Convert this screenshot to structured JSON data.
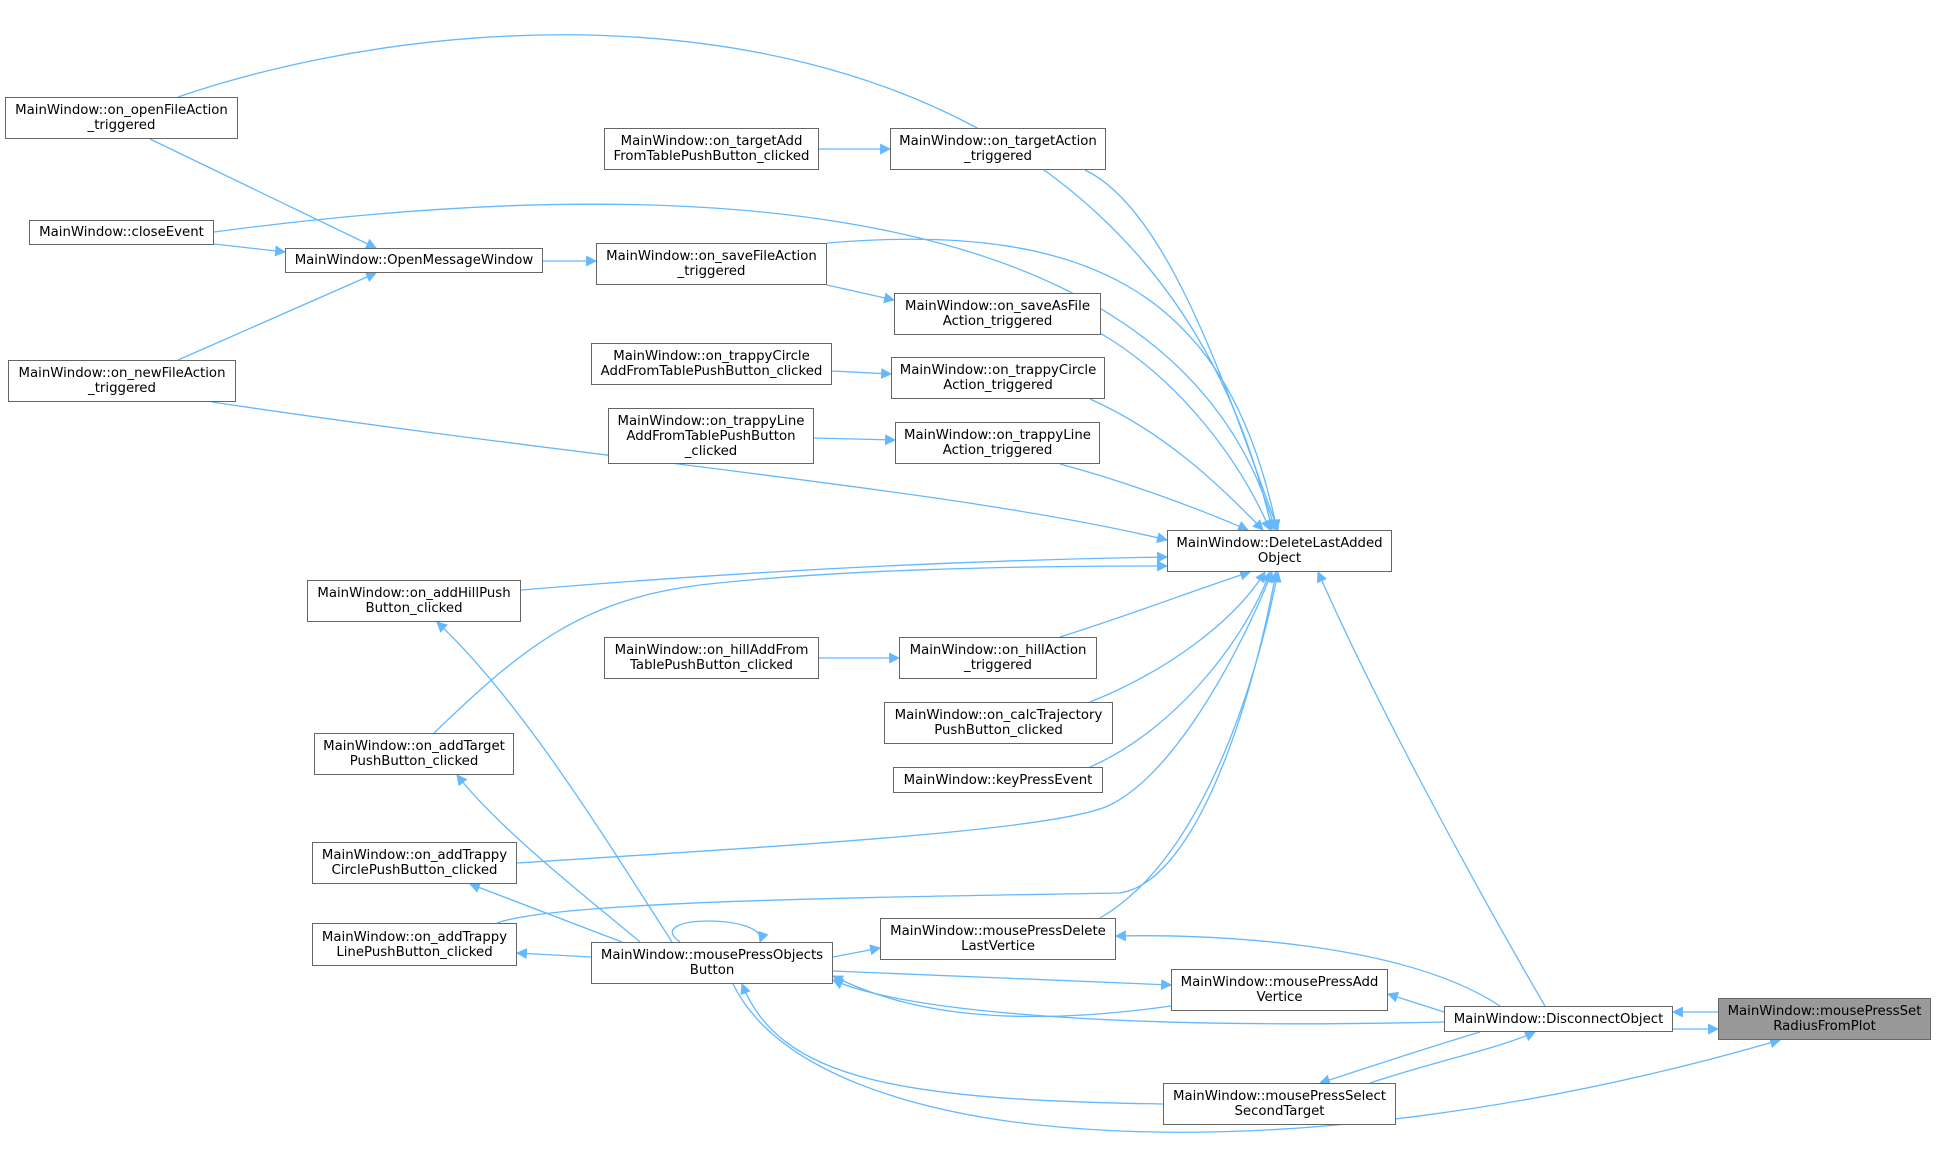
{
  "colors": {
    "edge": "#63b8ff",
    "node_border": "#666666",
    "node_fill": "#ffffff",
    "current_fill": "#999999"
  },
  "nodes": {
    "openFile": {
      "lines": [
        "MainWindow::on_openFileAction",
        "_triggered"
      ]
    },
    "closeEvent": {
      "lines": [
        "MainWindow::closeEvent"
      ]
    },
    "newFile": {
      "lines": [
        "MainWindow::on_newFileAction",
        "_triggered"
      ]
    },
    "openMsg": {
      "lines": [
        "MainWindow::OpenMessageWindow"
      ]
    },
    "targetAddTbl": {
      "lines": [
        "MainWindow::on_targetAdd",
        "FromTablePushButton_clicked"
      ]
    },
    "targetAct": {
      "lines": [
        "MainWindow::on_targetAction",
        "_triggered"
      ]
    },
    "saveFile": {
      "lines": [
        "MainWindow::on_saveFileAction",
        "_triggered"
      ]
    },
    "saveAs": {
      "lines": [
        "MainWindow::on_saveAsFile",
        "Action_triggered"
      ]
    },
    "trapCircTbl": {
      "lines": [
        "MainWindow::on_trappyCircle",
        "AddFromTablePushButton_clicked"
      ]
    },
    "trapCircAct": {
      "lines": [
        "MainWindow::on_trappyCircle",
        "Action_triggered"
      ]
    },
    "trapLineTbl": {
      "lines": [
        "MainWindow::on_trappyLine",
        "AddFromTablePushButton",
        "_clicked"
      ]
    },
    "trapLineAct": {
      "lines": [
        "MainWindow::on_trappyLine",
        "Action_triggered"
      ]
    },
    "deleteLast": {
      "lines": [
        "MainWindow::DeleteLastAdded",
        "Object"
      ]
    },
    "addHill": {
      "lines": [
        "MainWindow::on_addHillPush",
        "Button_clicked"
      ]
    },
    "hillAddTbl": {
      "lines": [
        "MainWindow::on_hillAddFrom",
        "TablePushButton_clicked"
      ]
    },
    "hillAct": {
      "lines": [
        "MainWindow::on_hillAction",
        "_triggered"
      ]
    },
    "calcTraj": {
      "lines": [
        "MainWindow::on_calcTrajectory",
        "PushButton_clicked"
      ]
    },
    "keyPress": {
      "lines": [
        "MainWindow::keyPressEvent"
      ]
    },
    "addTarget": {
      "lines": [
        "MainWindow::on_addTarget",
        "PushButton_clicked"
      ]
    },
    "addTrapCirc": {
      "lines": [
        "MainWindow::on_addTrappy",
        "CirclePushButton_clicked"
      ]
    },
    "addTrapLine": {
      "lines": [
        "MainWindow::on_addTrappy",
        "LinePushButton_clicked"
      ]
    },
    "mpObjects": {
      "lines": [
        "MainWindow::mousePressObjects",
        "Button"
      ]
    },
    "mpDeleteVert": {
      "lines": [
        "MainWindow::mousePressDelete",
        "LastVertice"
      ]
    },
    "mpAddVert": {
      "lines": [
        "MainWindow::mousePressAdd",
        "Vertice"
      ]
    },
    "disconnect": {
      "lines": [
        "MainWindow::DisconnectObject"
      ]
    },
    "mpSelect": {
      "lines": [
        "MainWindow::mousePressSelect",
        "SecondTarget"
      ]
    },
    "mpSetRadius": {
      "lines": [
        "MainWindow::mousePressSet",
        "RadiusFromPlot"
      ]
    }
  }
}
